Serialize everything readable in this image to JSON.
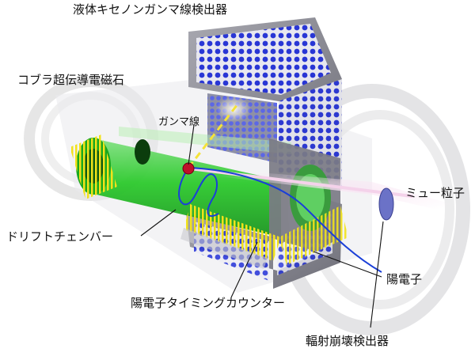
{
  "labels": {
    "xenon": "液体キセノンガンマ線検出器",
    "cobra": "コブラ超伝導電磁石",
    "gamma": "ガンマ線",
    "muon": "ミュー粒子",
    "drift": "ドリフトチェンバー",
    "positron": "陽電子",
    "timing": "陽電子タイミングカウンター",
    "radiative": "輻射崩壊検出器"
  },
  "colors": {
    "drift_chamber": "#22c822",
    "timing_counter_bars": "#f2e21a",
    "xenon_pmts": "#1f2fd6",
    "cryostat": "#8e8e96",
    "positron_track": "#1a3fd8",
    "muon_beam": "#f2c8e6",
    "decay_vertex": "#c0102a"
  }
}
